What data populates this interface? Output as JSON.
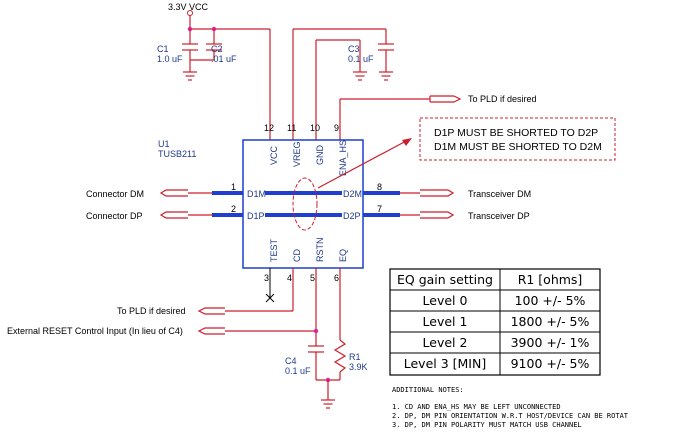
{
  "power": {
    "vcc": "3.3V VCC"
  },
  "capacitors": {
    "c1": {
      "ref": "C1",
      "value": "1.0 uF"
    },
    "c2": {
      "ref": "C2",
      "value": ".01 uF"
    },
    "c3": {
      "ref": "C3",
      "value": "0.1 uF"
    },
    "c4": {
      "ref": "C4",
      "value": "0.1 uF"
    }
  },
  "resistor": {
    "ref": "R1",
    "value": "3.9K"
  },
  "chip": {
    "ref": "U1",
    "part": "TUSB211",
    "top_pins": [
      {
        "num": "12",
        "name": "VCC"
      },
      {
        "num": "11",
        "name": "VREG"
      },
      {
        "num": "10",
        "name": "GND"
      },
      {
        "num": "9",
        "name": "ENA_HS"
      }
    ],
    "bottom_pins": [
      {
        "num": "3",
        "name": "TEST"
      },
      {
        "num": "4",
        "name": "CD"
      },
      {
        "num": "5",
        "name": "RSTN"
      },
      {
        "num": "6",
        "name": "EQ"
      }
    ],
    "left_pins": [
      {
        "num": "1",
        "name": "D1M"
      },
      {
        "num": "2",
        "name": "D1P"
      }
    ],
    "right_pins": [
      {
        "num": "8",
        "name": "D2M"
      },
      {
        "num": "7",
        "name": "D2P"
      }
    ]
  },
  "connections": {
    "pld_top": "To PLD if desired",
    "pld_bottom": "To PLD if desired",
    "reset": "External RESET Control Input (In lieu of C4)",
    "conn_dm": "Connector DM",
    "conn_dp": "Connector DP",
    "xcvr_dm": "Transceiver DM",
    "xcvr_dp": "Transceiver DP"
  },
  "short_note": {
    "line1": "D1P MUST BE SHORTED TO D2P",
    "line2": "D1M MUST BE SHORTED TO D2M"
  },
  "eq_table": {
    "headers": [
      "EQ gain setting",
      "R1 [ohms]"
    ],
    "rows": [
      [
        "Level 0",
        "100 +/- 5%"
      ],
      [
        "Level 1",
        "1800 +/- 5%"
      ],
      [
        "Level 2",
        "3900 +/- 1%"
      ],
      [
        "Level 3 [MIN]",
        "9100 +/- 5%"
      ]
    ]
  },
  "notes": {
    "title": "ADDITIONAL NOTES:",
    "items": [
      "1. CD AND ENA_HS MAY BE LEFT UNCONNECTED",
      "2. DP, DM PIN ORIENTATION W.R.T HOST/DEVICE CAN BE ROTAT",
      "3. DP, DM PIN POLARITY MUST MATCH USB CHANNEL"
    ]
  },
  "colors": {
    "wire": "#cc1f2c",
    "bus": "#1e3fcf",
    "chip_border": "#1e3fcf",
    "junction": "#e0209a"
  }
}
